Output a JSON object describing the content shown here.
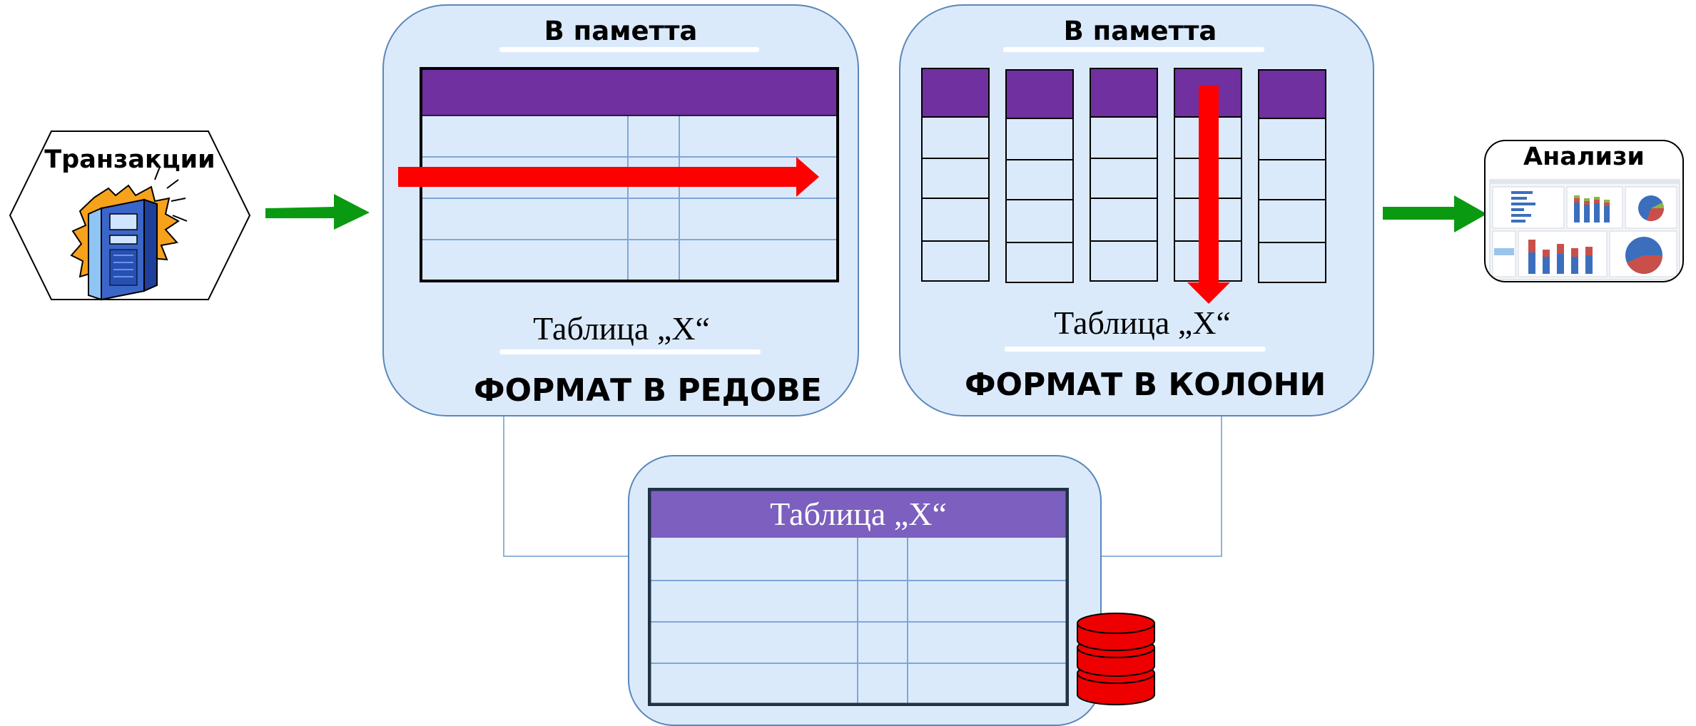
{
  "transactions": {
    "label": "Транзакции"
  },
  "analytics": {
    "label": "Анализи"
  },
  "row_store": {
    "memory_label": "В паметта",
    "table_caption": "Таблица „X“",
    "format_label": "ФОРМАТ В РЕДОВЕ"
  },
  "column_store": {
    "memory_label": "В паметта",
    "table_caption": "Таблица „X“",
    "format_label": "ФОРМАТ В КОЛОНИ"
  },
  "disk_store": {
    "table_caption": "Таблица „X“"
  },
  "colors": {
    "panel_fill": "#dbeafb",
    "panel_border": "#5a87b8",
    "header_purple": "#7030a0",
    "header_purple_light": "#7c5fbe",
    "arrow_red": "#ff0000",
    "arrow_green": "#0a9a12",
    "disk_red": "#ee0000"
  }
}
